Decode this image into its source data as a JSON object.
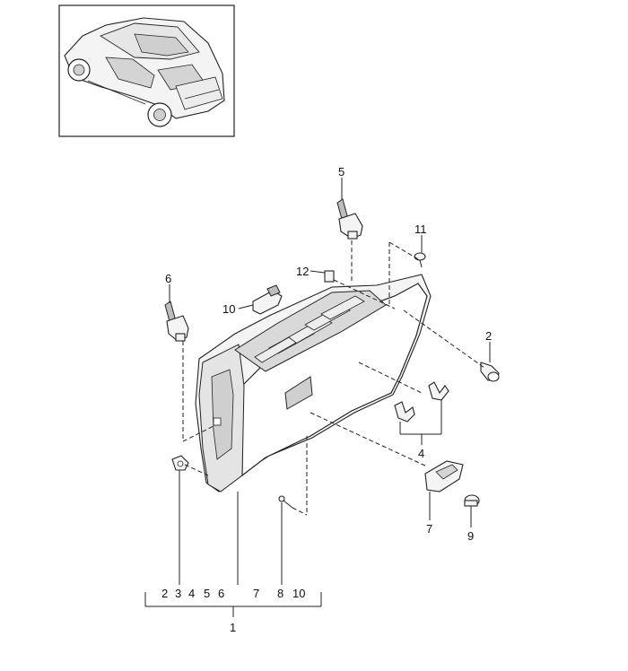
{
  "callouts": {
    "c1": "1",
    "c2": "2",
    "c4": "4",
    "c5": "5",
    "c6": "6",
    "c7": "7",
    "c9": "9",
    "c10": "10",
    "c11": "11",
    "c12": "12"
  },
  "bottom_row": {
    "n2": "2",
    "n3": "3",
    "n4": "4",
    "n5": "5",
    "n6": "6",
    "n7": "7",
    "n8": "8",
    "n10": "10"
  },
  "colors": {
    "line": "#222222",
    "part_fill": "#f4f4f4",
    "shade": "#bdbdbd"
  },
  "icons": [
    "car-thumbnail",
    "glove-box",
    "latch",
    "clip",
    "bolt",
    "bumper-stop",
    "lock-cylinder",
    "screw"
  ]
}
